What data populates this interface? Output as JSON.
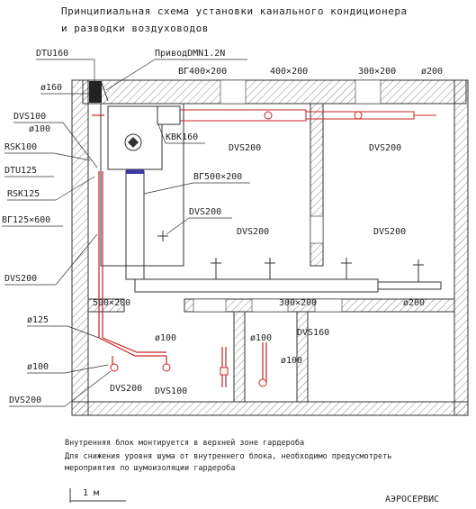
{
  "title": {
    "line1": "Принципиальная схема установки канального кондиционера",
    "line2": "и разводки воздуховодов"
  },
  "labels": {
    "dtu160": "DTU160",
    "privod": "ПриводDMN1.2N",
    "vg400": "ВГ400×200",
    "duct_400x200": "400×200",
    "duct_300x200_top": "300×200",
    "d200_top": "ø200",
    "d160": "ø160",
    "dvs100_a": "DVS100",
    "d100_a": "ø100",
    "rsk100": "RSK100",
    "kvk160": "KBK160",
    "dvs200_mid": "DVS200",
    "dvs200_right_top": "DVS200",
    "dtu125": "DTU125",
    "rsk125": "RSK125",
    "vg500": "ВГ500×200",
    "vg125": "ВГ125×600",
    "dvs200_c": "DVS200",
    "dvs200_d": "DVS200",
    "dvs200_e": "DVS200",
    "dvs200_left": "DVS200",
    "duct_500x200": "500×200",
    "duct_300x200_low": "300×200",
    "d200_low": "ø200",
    "d125": "ø125",
    "d100_b": "ø100",
    "d100_c": "ø100",
    "dvs160": "DVS160",
    "d100_d": "ø100",
    "d100_e": "ø100",
    "dvs200_f": "DVS200",
    "dvs100_b": "DVS100",
    "dvs200_bottom": "DVS200"
  },
  "notes": {
    "line1": "Внутренняя блок монтируется в верхней зоне гардероба",
    "line2": "Для снижения уровня шума от внутреннего блока, необходимо предусмотреть",
    "line3": "мероприятия по шумоизоляции гардероба"
  },
  "scale_label": "1 м",
  "company": "АЭРОСЕРВИС",
  "colors": {
    "line": "#333333",
    "duct_red": "#cc2222",
    "accent_blue": "#3a3aa0",
    "wall_fill": "#ffffff"
  }
}
